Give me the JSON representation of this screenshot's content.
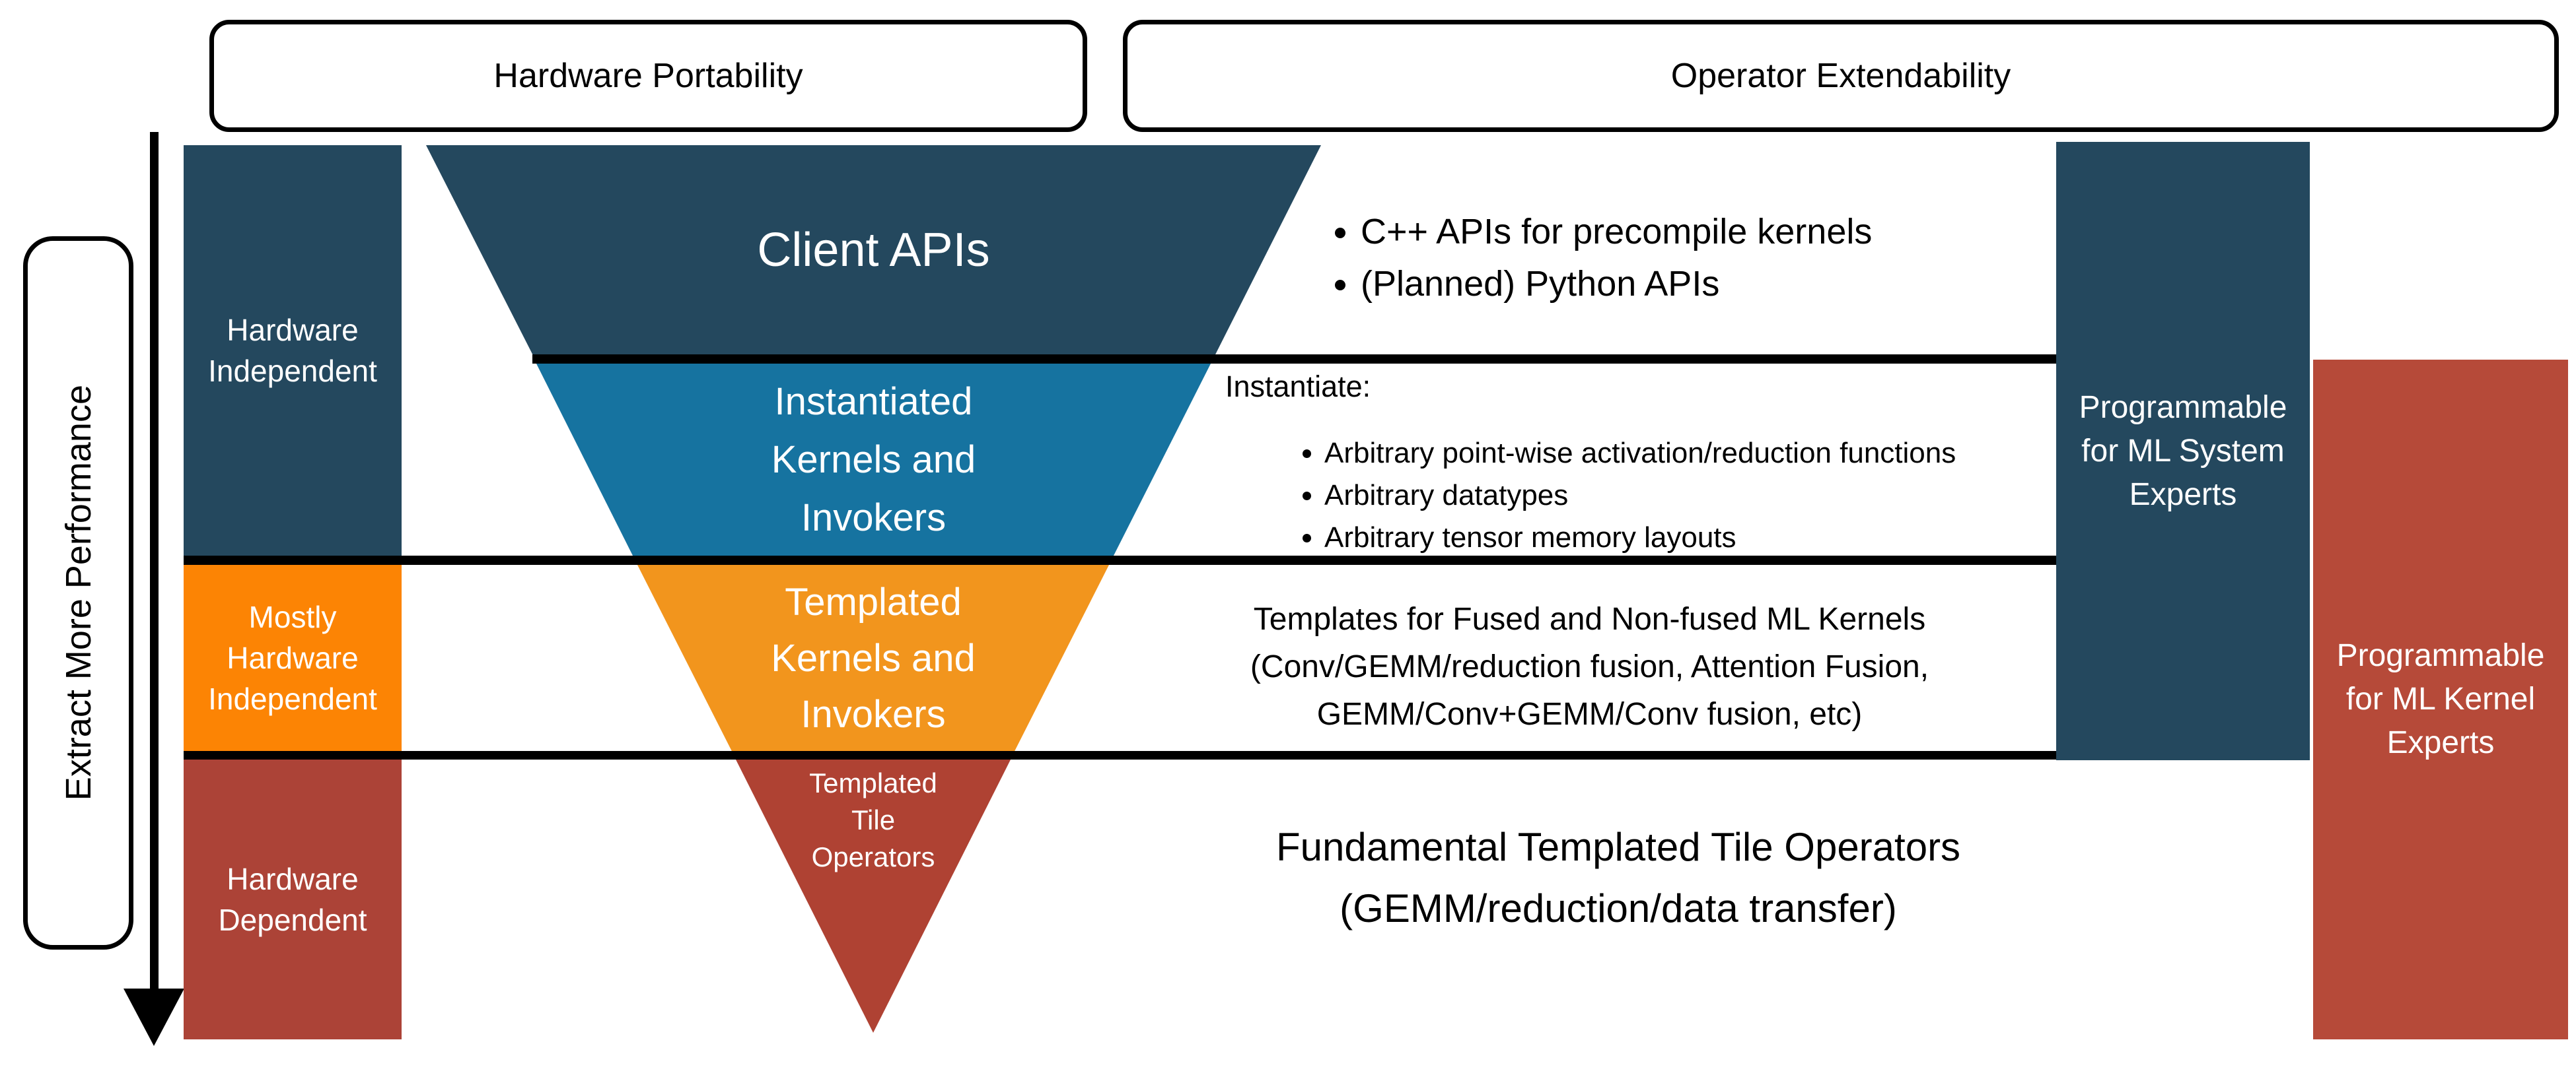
{
  "colors": {
    "navy": "#24485E",
    "teal": "#1673A0",
    "funnel_orange": "#F2951D",
    "solid_orange": "#FC8404",
    "funnel_red": "#AF4233",
    "left_red": "#AC4337",
    "right_red": "#B64A39"
  },
  "headers": {
    "hardware_portability": "Hardware Portability",
    "operator_extendability": "Operator Extendability"
  },
  "axis": {
    "label": "Extract More Performance"
  },
  "left_column": {
    "hardware_independent": "Hardware\nIndependent",
    "mostly_hardware_independent": "Mostly\nHardware\nIndependent",
    "hardware_dependent": "Hardware\nDependent"
  },
  "funnel": {
    "client_apis": "Client APIs",
    "instantiated_kernels": "Instantiated\nKernels and\nInvokers",
    "templated_kernels": "Templated\nKernels and\nInvokers",
    "templated_tile_operators": "Templated\nTile\nOperators"
  },
  "annotations": {
    "client_api_bullets": [
      "C++ APIs for precompile kernels",
      "(Planned) Python APIs"
    ],
    "instantiate_heading": "Instantiate:",
    "instantiate_bullets": [
      "Arbitrary point-wise activation/reduction functions",
      "Arbitrary datatypes",
      "Arbitrary tensor memory layouts"
    ],
    "templates_text": "Templates for Fused and Non-fused ML Kernels\n(Conv/GEMM/reduction fusion, Attention Fusion,\nGEMM/Conv+GEMM/Conv fusion, etc)",
    "fundamental_text": "Fundamental Templated Tile Operators\n(GEMM/reduction/data transfer)"
  },
  "right_column": {
    "ml_system_experts": "Programmable\nfor ML System\nExperts",
    "ml_kernel_experts": "Programmable\nfor ML Kernel\nExperts"
  }
}
